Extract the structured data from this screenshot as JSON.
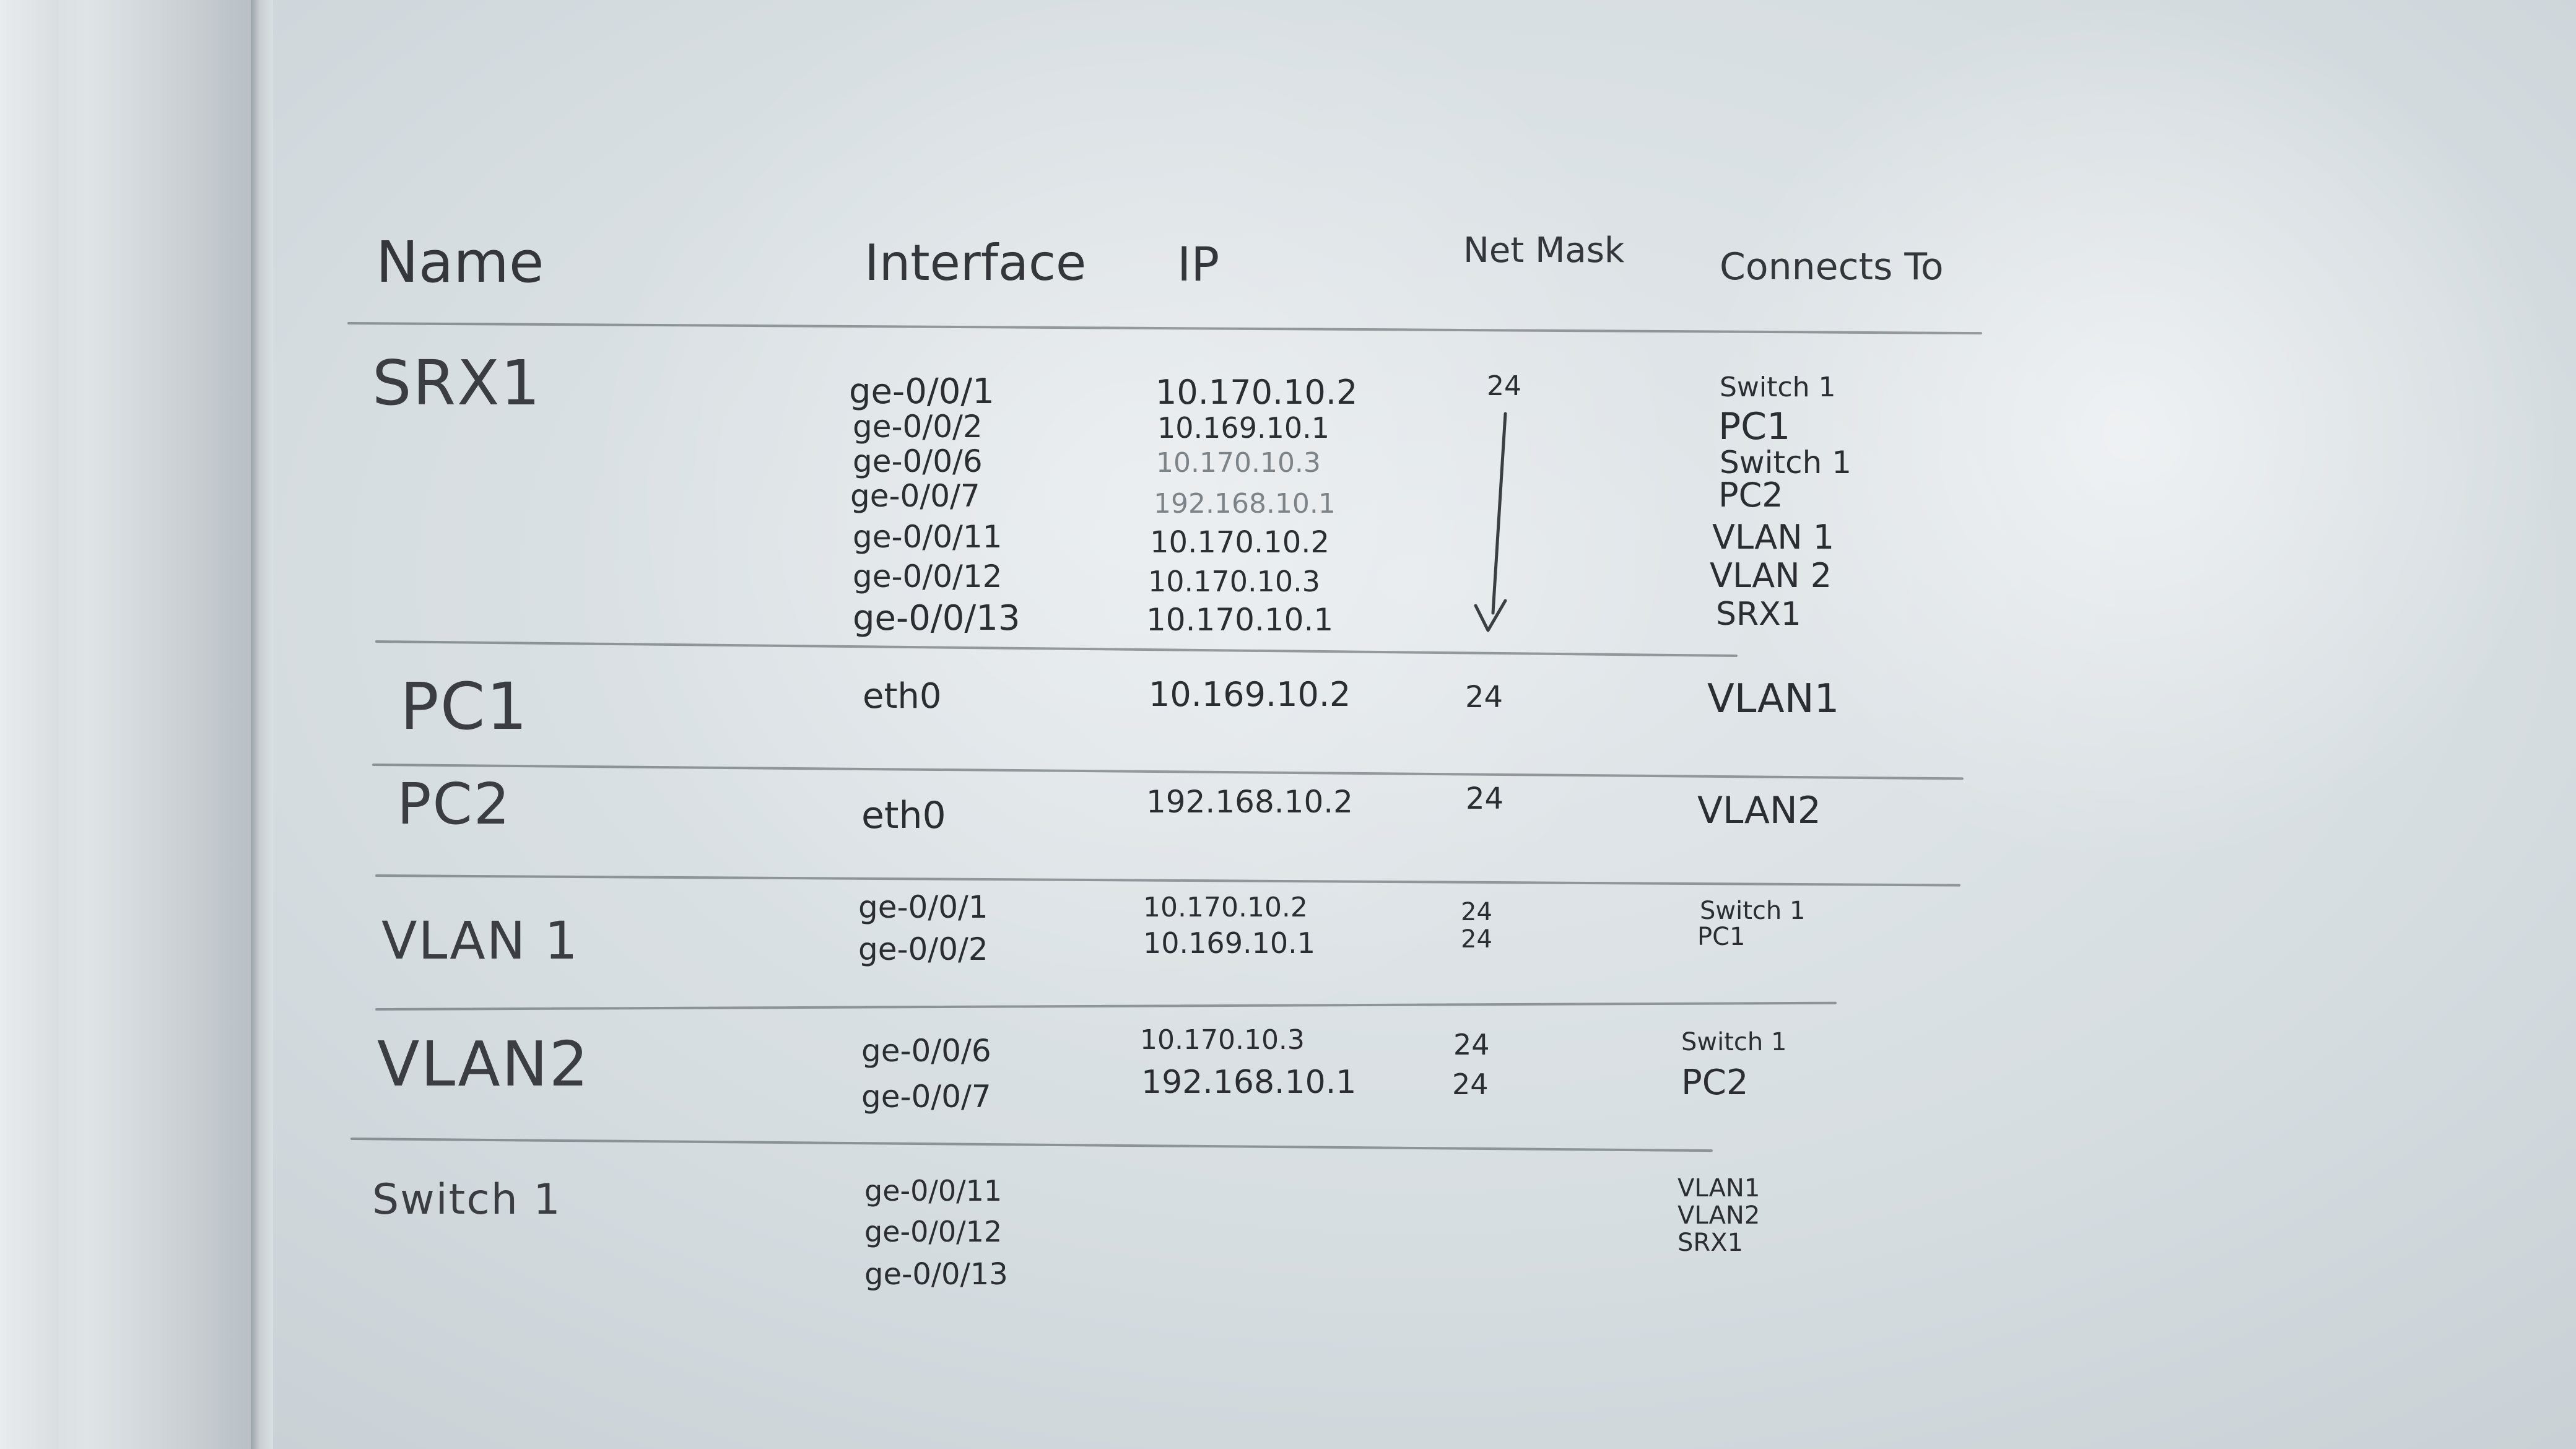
{
  "headers": {
    "name": "Name",
    "interface": "Interface",
    "ip": "IP",
    "mask": "Net Mask",
    "connects": "Connects To"
  },
  "rows": [
    {
      "name": "SRX1",
      "interfaces": [
        "ge-0/0/1",
        "ge-0/0/2",
        "ge-0/0/6",
        "ge-0/0/7",
        "ge-0/0/11",
        "ge-0/0/12",
        "ge-0/0/13"
      ],
      "ips": [
        "10.170.10.2",
        "10.169.10.1",
        "10.170.10.3",
        "192.168.10.1",
        "10.170.10.2",
        "10.170.10.3",
        "10.170.10.1"
      ],
      "masks": [
        "24"
      ],
      "connects": [
        "Switch 1",
        "PC1",
        "Switch 1",
        "PC2",
        "VLAN 1",
        "VLAN 2",
        "SRX1"
      ]
    },
    {
      "name": "PC1",
      "interfaces": [
        "eth0"
      ],
      "ips": [
        "10.169.10.2"
      ],
      "masks": [
        "24"
      ],
      "connects": [
        "VLAN1"
      ]
    },
    {
      "name": "PC2",
      "interfaces": [
        "eth0"
      ],
      "ips": [
        "192.168.10.2"
      ],
      "masks": [
        "24"
      ],
      "connects": [
        "VLAN2"
      ]
    },
    {
      "name": "VLAN 1",
      "interfaces": [
        "ge-0/0/1",
        "ge-0/0/2"
      ],
      "ips": [
        "10.170.10.2",
        "10.169.10.1"
      ],
      "masks": [
        "24",
        "24"
      ],
      "connects": [
        "Switch 1",
        "PC1"
      ]
    },
    {
      "name": "VLAN2",
      "interfaces": [
        "ge-0/0/6",
        "ge-0/0/7"
      ],
      "ips": [
        "10.170.10.3",
        "192.168.10.1"
      ],
      "masks": [
        "24",
        "24"
      ],
      "connects": [
        "Switch 1",
        "PC2"
      ]
    },
    {
      "name": "Switch 1",
      "interfaces": [
        "ge-0/0/11",
        "ge-0/0/12",
        "ge-0/0/13"
      ],
      "ips": [],
      "masks": [],
      "connects": [
        "VLAN1",
        "VLAN2",
        "SRX1"
      ]
    }
  ]
}
